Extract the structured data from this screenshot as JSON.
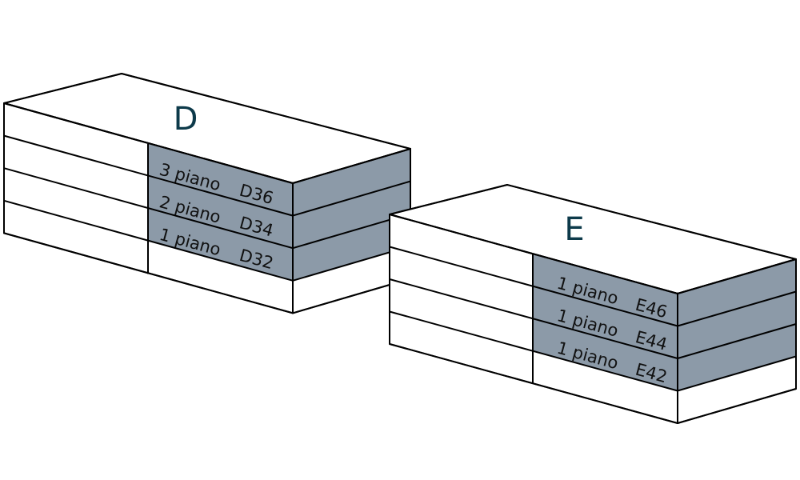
{
  "colors": {
    "highlight_fill": "#8c9aa8",
    "label_color": "#0d3a4a",
    "line": "#000000",
    "background": "#ffffff"
  },
  "buildings": [
    {
      "name": "D",
      "floors_total": 4,
      "highlighted_floors": [
        {
          "floor": 3,
          "label": "3 piano",
          "code": "D36"
        },
        {
          "floor": 2,
          "label": "2 piano",
          "code": "D34"
        },
        {
          "floor": 1,
          "label": "1 piano",
          "code": "D32"
        }
      ]
    },
    {
      "name": "E",
      "floors_total": 4,
      "highlighted_floors": [
        {
          "floor": 3,
          "label": "1 piano",
          "code": "E46"
        },
        {
          "floor": 2,
          "label": "1 piano",
          "code": "E44"
        },
        {
          "floor": 1,
          "label": "1 piano",
          "code": "E42"
        }
      ]
    }
  ]
}
